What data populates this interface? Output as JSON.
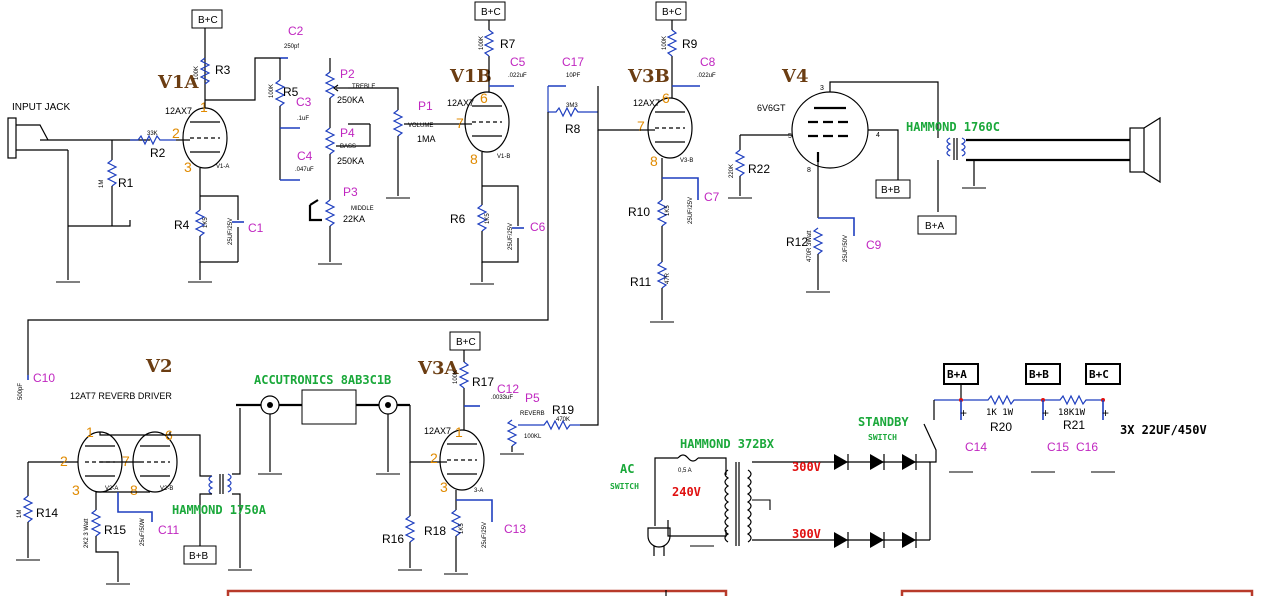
{
  "supply_labels": {
    "bc": "B+C",
    "bb": "B+B",
    "ba": "B+A"
  },
  "tubes": {
    "v1a": "V1A",
    "v1b": "V1B",
    "v3b": "V3B",
    "v4": "V4",
    "v2": "V2",
    "v3a": "V3A",
    "v1a_type": "12AX7",
    "v1b_type": "12AX7",
    "v3b_type": "12AX7",
    "v4_type": "6V6GT",
    "v3a_type": "12AX7",
    "v2_type": "12AT7 REVERB DRIVER",
    "v1a_inner": "V1-A",
    "v1b_inner": "V1-B",
    "v3b_inner": "V3-B",
    "v2a_inner": "V2-A",
    "v2b_inner": "V2-B",
    "v3a_inner": "3-A"
  },
  "labels": {
    "input_jack": "INPUT JACK",
    "treble": "TREBLE",
    "bass": "BASS",
    "middle": "MIDDLE",
    "volume": "VOLUME",
    "reverb": "REVERB"
  },
  "resistors": {
    "r1": "R1",
    "r2": "R2",
    "r3": "R3",
    "r4": "R4",
    "r5": "R5",
    "r6": "R6",
    "r7": "R7",
    "r8": "R8",
    "r9": "R9",
    "r10": "R10",
    "r11": "R11",
    "r12": "R12",
    "r14": "R14",
    "r15": "R15",
    "r16": "R16",
    "r17": "R17",
    "r18": "R18",
    "r19": "R19",
    "r20": "R20",
    "r21": "R21",
    "r22": "R22"
  },
  "resistor_values": {
    "r1": "1M",
    "r2": "33K",
    "r3": "100K",
    "r4": "1K5",
    "r5": "100K",
    "r6": "1K5",
    "r7": "100K",
    "r8": "3M3",
    "r9": "100K",
    "r10": "1K5",
    "r11": "47R",
    "r12": "470R 3Watt",
    "r14": "1M",
    "r15": "2K2 3 Watt",
    "r17": "100K",
    "r18": "1K5",
    "r19": "470K",
    "r22": "220K",
    "r20": "1K 1W",
    "r21": "18K1W"
  },
  "capacitors": {
    "c1": "C1",
    "c2": "C2",
    "c3": "C3",
    "c4": "C4",
    "c5": "C5",
    "c6": "C6",
    "c7": "C7",
    "c8": "C8",
    "c9": "C9",
    "c10": "C10",
    "c11": "C11",
    "c12": "C12",
    "c13": "C13",
    "c14": "C14",
    "c15": "C15",
    "c16": "C16",
    "c17": "C17"
  },
  "capacitor_values": {
    "c1": "25UF/25V",
    "c2": "250pf",
    "c3": ".1uF",
    "c4": ".047uF",
    "c5": ".022uF",
    "c6": "25UF/25V",
    "c7": "25UF/25V",
    "c8": ".022uF",
    "c9": "25UF/50V",
    "c10": "500pF",
    "c11": "25uF/50W",
    "c12": ".0033uF",
    "c13": "25uF/25V",
    "c17": "10PF"
  },
  "pots": {
    "p1": "P1",
    "p2": "P2",
    "p3": "P3",
    "p4": "P4",
    "p5": "P5",
    "p1_val": "1MA",
    "p2_val": "250KA",
    "p3_val": "22KA",
    "p4_val": "250KA",
    "p5_val": "100KL"
  },
  "pins": {
    "p1": "1",
    "p2": "2",
    "p3": "3",
    "p4": "4",
    "p5": "5",
    "p6": "6",
    "p7": "7",
    "p8": "8"
  },
  "green": {
    "hammond_1760c": "HAMMOND 1760C",
    "accutronics": "ACCUTRONICS 8AB3C1B",
    "hammond_1750a": "HAMMOND 1750A",
    "hammond_372bx": "HAMMOND 372BX",
    "standby": "STANDBY",
    "switch": "SWITCH",
    "ac": "AC"
  },
  "red": {
    "v300a": "300V",
    "v300b": "300V",
    "v240": "240V"
  },
  "psu": {
    "fuse": "0,5 A",
    "filter_caps": "3X 22UF/450V"
  }
}
